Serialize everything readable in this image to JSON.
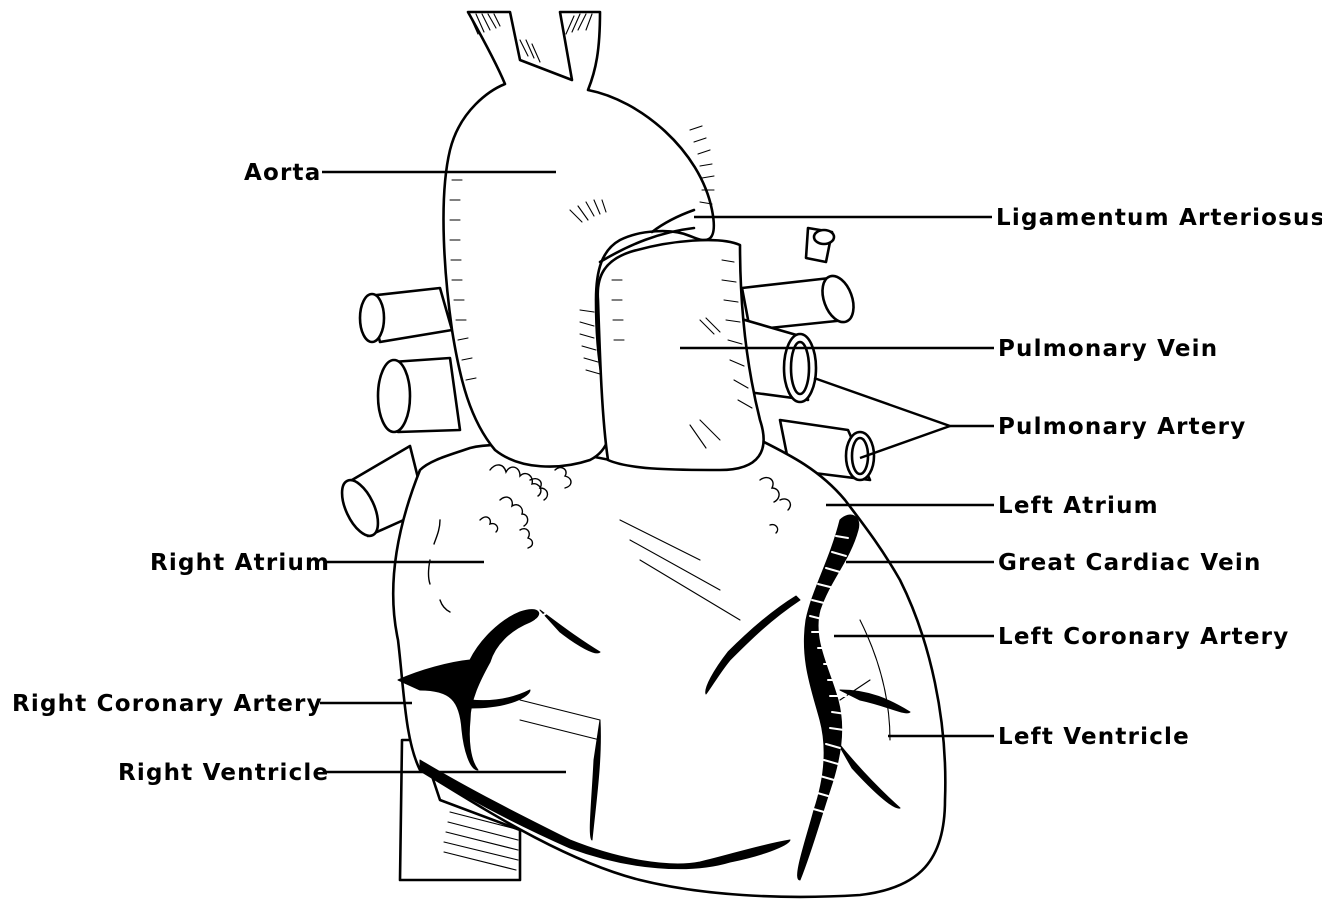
{
  "labels": {
    "aorta": "Aorta",
    "ligamentum_arteriosus": "Ligamentum Arteriosus",
    "pulmonary_vein": "Pulmonary Vein",
    "pulmonary_artery": "Pulmonary Artery",
    "left_atrium": "Left Atrium",
    "great_cardiac_vein": "Great Cardiac Vein",
    "left_coronary_artery": "Left Coronary Artery",
    "left_ventricle": "Left Ventricle",
    "right_atrium": "Right Atrium",
    "right_coronary_artery": "Right Coronary Artery",
    "right_ventricle": "Right Ventricle"
  },
  "colors": {
    "ink": "#000000",
    "background": "#ffffff"
  }
}
